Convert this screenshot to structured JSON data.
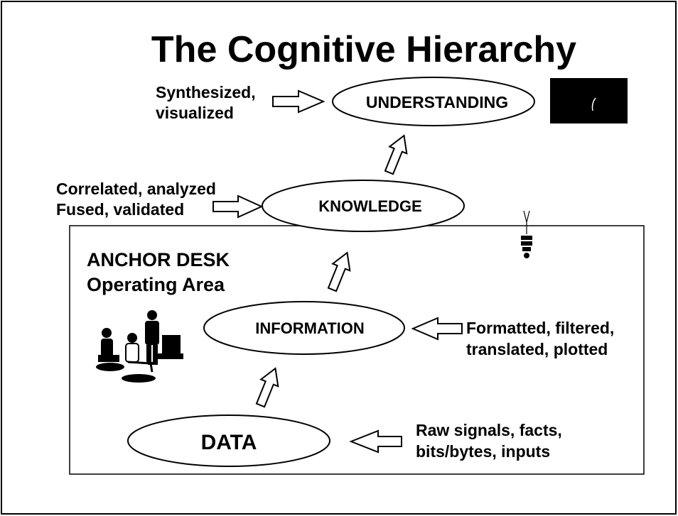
{
  "title": "The Cognitive Hierarchy",
  "levels": {
    "understanding": "UNDERSTANDING",
    "knowledge": "KNOWLEDGE",
    "information": "INFORMATION",
    "data": "DATA"
  },
  "processes": {
    "understanding": [
      "Synthesized,",
      "visualized"
    ],
    "knowledge": [
      "Correlated, analyzed",
      "Fused, validated"
    ],
    "information": [
      "Formatted, filtered,",
      "translated, plotted"
    ],
    "data": [
      "Raw signals, facts,",
      "bits/bytes, inputs"
    ]
  },
  "area": {
    "label_line1": "ANCHOR DESK",
    "label_line2": "Operating Area"
  },
  "icons": {
    "people": "people-at-desk-icon",
    "lightbulb": "lightbulb-icon",
    "dark_box": "dark-image-box"
  },
  "colors": {
    "stroke": "#000000",
    "dark_box": "#000000"
  }
}
